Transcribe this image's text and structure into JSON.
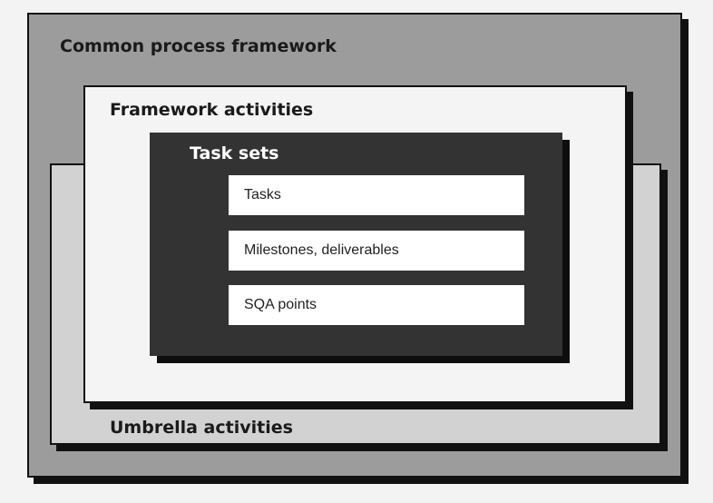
{
  "diagram": {
    "outer_label": "Common process framework",
    "umbrella_label": "Umbrella activities",
    "framework_label": "Framework activities",
    "tasksets_label": "Task sets",
    "items": [
      "Tasks",
      "Milestones, deliverables",
      "SQA points"
    ]
  },
  "colors": {
    "outer_fill": "#9c9c9c",
    "umbrella_fill": "#d2d2d2",
    "framework_fill": "#f4f4f4",
    "tasksets_fill": "#333333",
    "item_fill": "#ffffff",
    "border": "#111111"
  }
}
